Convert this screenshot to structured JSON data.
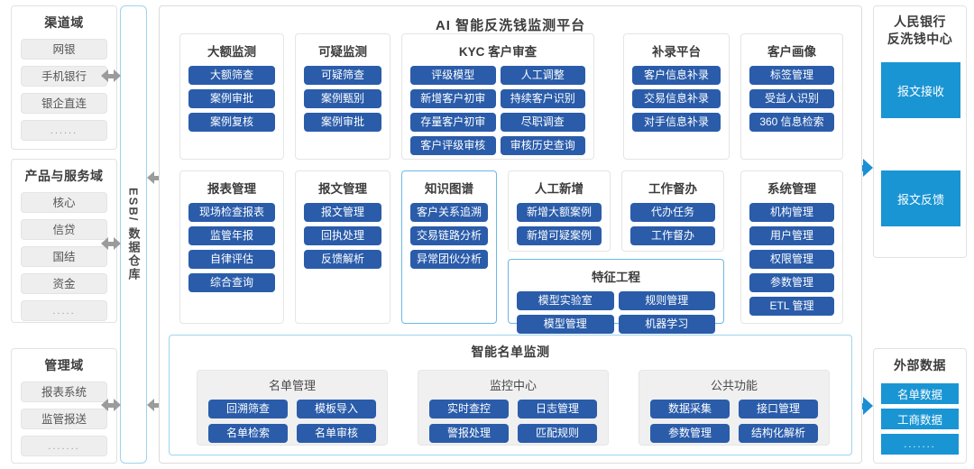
{
  "left_domains": [
    {
      "title": "渠道域",
      "items": [
        "网银",
        "手机银行",
        "银企直连",
        "......"
      ]
    },
    {
      "title": "产品与服务域",
      "items": [
        "核心",
        "信贷",
        "国结",
        "资金",
        "....."
      ]
    },
    {
      "title": "管理域",
      "items": [
        "报表系统",
        "监管报送",
        "......."
      ]
    }
  ],
  "esb": {
    "label": "ESB/ 数据仓库"
  },
  "platform": {
    "title": "AI 智能反洗钱监测平台",
    "modules": [
      {
        "title": "大额监测",
        "items": [
          "大额筛查",
          "案例审批",
          "案例复核"
        ]
      },
      {
        "title": "可疑监测",
        "items": [
          "可疑筛查",
          "案例甄别",
          "案例审批"
        ]
      },
      {
        "title": "KYC 客户审查",
        "items": [
          "评级模型",
          "人工调整",
          "新增客户初审",
          "持续客户识别",
          "存量客户初审",
          "尽职调查",
          "客户评级审核",
          "审核历史查询"
        ]
      },
      {
        "title": "补录平台",
        "items": [
          "客户信息补录",
          "交易信息补录",
          "对手信息补录"
        ]
      },
      {
        "title": "客户画像",
        "items": [
          "标签管理",
          "受益人识别",
          "360 信息检索"
        ]
      },
      {
        "title": "报表管理",
        "items": [
          "现场检查报表",
          "监管年报",
          "自律评估",
          "综合查询"
        ]
      },
      {
        "title": "报文管理",
        "items": [
          "报文管理",
          "回执处理",
          "反馈解析"
        ]
      },
      {
        "title": "知识图谱",
        "items": [
          "客户关系追溯",
          "交易链路分析",
          "异常团伙分析"
        ]
      },
      {
        "title": "人工新增",
        "items": [
          "新增大额案例",
          "新增可疑案例"
        ]
      },
      {
        "title": "工作督办",
        "items": [
          "代办任务",
          "工作督办"
        ]
      },
      {
        "title": "特征工程",
        "items": [
          "模型实验室",
          "规则管理",
          "模型管理",
          "机器学习"
        ]
      },
      {
        "title": "系统管理",
        "items": [
          "机构管理",
          "用户管理",
          "权限管理",
          "参数管理",
          "ETL 管理"
        ]
      }
    ]
  },
  "namelist": {
    "title": "智能名单监测",
    "groups": [
      {
        "title": "名单管理",
        "items": [
          "回溯筛查",
          "模板导入",
          "名单检索",
          "名单审核"
        ]
      },
      {
        "title": "监控中心",
        "items": [
          "实时查控",
          "日志管理",
          "警报处理",
          "匹配规则"
        ]
      },
      {
        "title": "公共功能",
        "items": [
          "数据采集",
          "接口管理",
          "参数管理",
          "结构化解析"
        ]
      }
    ]
  },
  "right_panels": [
    {
      "title": "人民银行\n反洗钱中心",
      "title_line1": "人民银行",
      "title_line2": "反洗钱中心",
      "items": [
        "报文接收",
        "报文反馈"
      ]
    },
    {
      "title": "外部数据",
      "items": [
        "名单数据",
        "工商数据",
        "......."
      ]
    }
  ],
  "colors": {
    "button_blue": "#2a5caa",
    "cyan": "#1a95d4",
    "arrow_blue": "#1a8fd4",
    "arrow_gray": "#9b9b9b",
    "chip_gray": "#eeeeee",
    "highlight_border": "#6cb8e4"
  }
}
